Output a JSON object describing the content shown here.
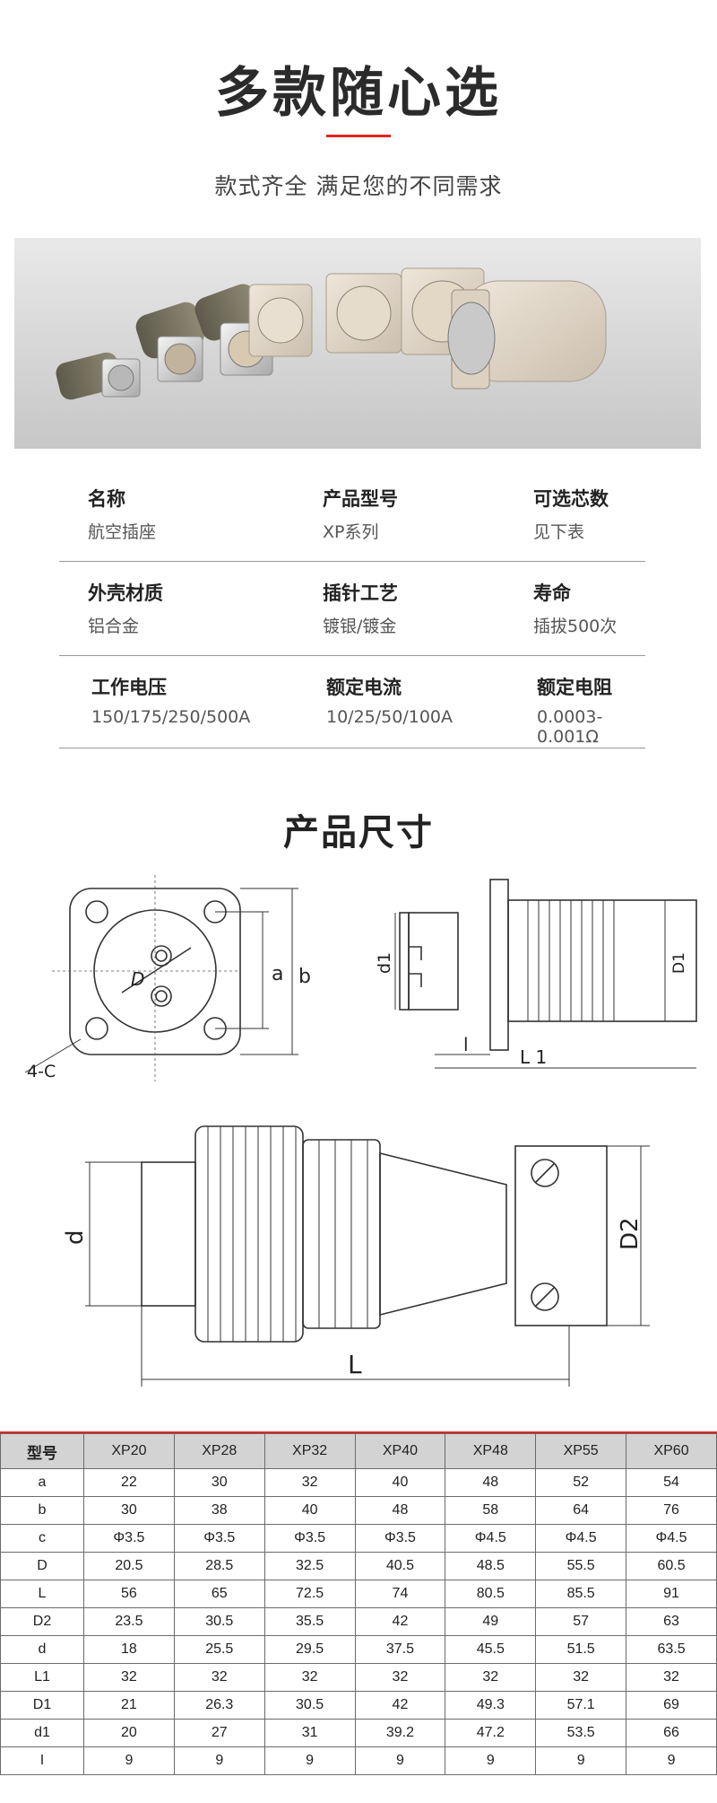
{
  "hero": {
    "title": "多款随心选",
    "subtitle": "款式齐全 满足您的不同需求"
  },
  "colors": {
    "accent": "#e4231f",
    "table_header_bg": "#d3d3d3",
    "text_dark": "#222222"
  },
  "photo": {
    "subject": "group of beige and grey aviation connector plugs and sockets"
  },
  "specs": [
    [
      {
        "label": "名称",
        "value": "航空插座"
      },
      {
        "label": "产品型号",
        "value": "XP系列"
      },
      {
        "label": "可选芯数",
        "value": "见下表"
      }
    ],
    [
      {
        "label": "外壳材质",
        "value": "铝合金"
      },
      {
        "label": "插针工艺",
        "value": "镀银/镀金"
      },
      {
        "label": "寿命",
        "value": "插拔500次"
      }
    ],
    [
      {
        "label": "工作电压",
        "value": "150/175/250/500A"
      },
      {
        "label": "额定电流",
        "value": "10/25/50/100A"
      },
      {
        "label": "额定电阻",
        "value": "0.0003-0.001Ω"
      }
    ]
  ],
  "dimensions_title": "产品尺寸",
  "drawing_labels": {
    "front": {
      "D": "D",
      "a": "a",
      "b": "b",
      "c": "4-C"
    },
    "side": {
      "d1": "d1",
      "D1": "D1",
      "l": "l",
      "L1": "L 1"
    },
    "plug": {
      "d": "d",
      "D2": "D2",
      "L": "L"
    }
  },
  "table": {
    "header": [
      "型号",
      "XP20",
      "XP28",
      "XP32",
      "XP40",
      "XP48",
      "XP55",
      "XP60"
    ],
    "rows": [
      [
        "a",
        "22",
        "30",
        "32",
        "40",
        "48",
        "52",
        "54"
      ],
      [
        "b",
        "30",
        "38",
        "40",
        "48",
        "58",
        "64",
        "76"
      ],
      [
        "c",
        "Φ3.5",
        "Φ3.5",
        "Φ3.5",
        "Φ3.5",
        "Φ4.5",
        "Φ4.5",
        "Φ4.5"
      ],
      [
        "D",
        "20.5",
        "28.5",
        "32.5",
        "40.5",
        "48.5",
        "55.5",
        "60.5"
      ],
      [
        "L",
        "56",
        "65",
        "72.5",
        "74",
        "80.5",
        "85.5",
        "91"
      ],
      [
        "D2",
        "23.5",
        "30.5",
        "35.5",
        "42",
        "49",
        "57",
        "63"
      ],
      [
        "d",
        "18",
        "25.5",
        "29.5",
        "37.5",
        "45.5",
        "51.5",
        "63.5"
      ],
      [
        "L1",
        "32",
        "32",
        "32",
        "32",
        "32",
        "32",
        "32"
      ],
      [
        "D1",
        "21",
        "26.3",
        "30.5",
        "42",
        "49.3",
        "57.1",
        "69"
      ],
      [
        "d1",
        "20",
        "27",
        "31",
        "39.2",
        "47.2",
        "53.5",
        "66"
      ],
      [
        "I",
        "9",
        "9",
        "9",
        "9",
        "9",
        "9",
        "9"
      ]
    ]
  }
}
